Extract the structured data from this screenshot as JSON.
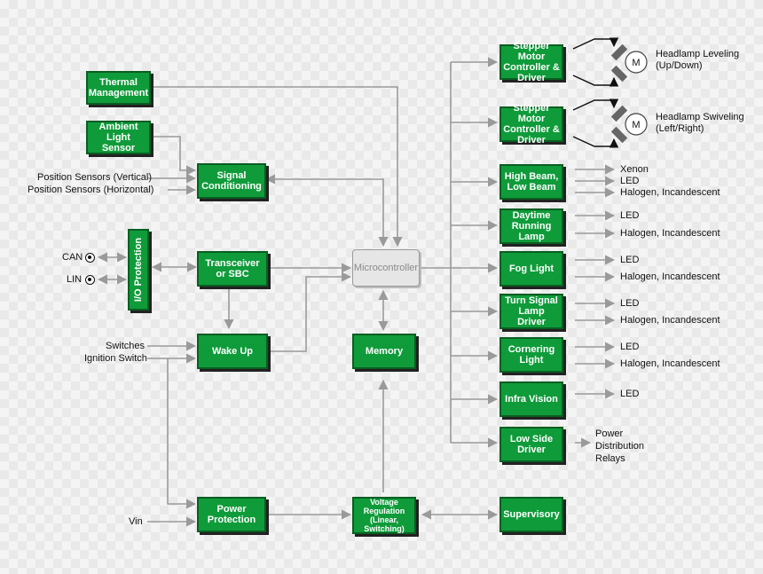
{
  "blocks": {
    "thermal_management": [
      "Thermal",
      "Management"
    ],
    "ambient_light_sensor": [
      "Ambient Light",
      "Sensor"
    ],
    "signal_conditioning": [
      "Signal",
      "Conditioning"
    ],
    "io_protection": "I/O Protection",
    "transceiver": [
      "Transceiver",
      "or SBC"
    ],
    "wake_up": "Wake Up",
    "microcontroller": "Microcontroller",
    "memory": "Memory",
    "power_protection": [
      "Power",
      "Protection"
    ],
    "voltage_regulation": [
      "Voltage",
      "Regulation",
      "(Linear,",
      "Switching)"
    ],
    "supervisory": "Supervisory",
    "stepper_leveling": [
      "Stepper Motor",
      "Controller &",
      "Driver"
    ],
    "stepper_swiveling": [
      "Stepper Motor",
      "Controller &",
      "Driver"
    ],
    "high_beam": [
      "High Beam,",
      "Low Beam"
    ],
    "daytime_running": [
      "Daytime",
      "Running Lamp"
    ],
    "fog_light": "Fog Light",
    "turn_signal": [
      "Turn Signal",
      "Lamp Driver"
    ],
    "cornering_light": [
      "Cornering",
      "Light"
    ],
    "infra_vision": "Infra Vision",
    "low_side_driver": [
      "Low Side",
      "Driver"
    ]
  },
  "inputs": {
    "position_vertical": "Position Sensors (Vertical)",
    "position_horizontal": "Position Sensors (Horizontal)",
    "can": "CAN",
    "lin": "LIN",
    "switches": "Switches",
    "ignition_switch": "Ignition Switch",
    "vin": "Vin"
  },
  "outputs": {
    "motor_symbol": "M",
    "headlamp_leveling": [
      "Headlamp Leveling",
      "(Up/Down)"
    ],
    "headlamp_swiveling": [
      "Headlamp Swiveling",
      "(Left/Right)"
    ],
    "xenon": "Xenon",
    "led": "LED",
    "halogen_incandescent": "Halogen, Incandescent",
    "power_distribution_relays": [
      "Power",
      "Distribution",
      "Relays"
    ]
  },
  "colors": {
    "block_green": "#0f9b3a",
    "block_border": "#0a5e22",
    "wire_gray": "#9a9a9a",
    "background": "#f4f4f4"
  }
}
